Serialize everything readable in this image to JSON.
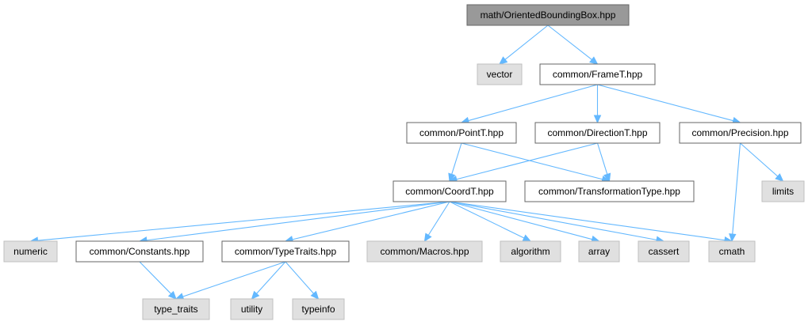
{
  "nodes": {
    "root": {
      "label": "math/OrientedBoundingBox.hpp",
      "kind": "root"
    },
    "vector": {
      "label": "vector",
      "kind": "system"
    },
    "frame": {
      "label": "common/FrameT.hpp",
      "kind": "local"
    },
    "point": {
      "label": "common/PointT.hpp",
      "kind": "local"
    },
    "direction": {
      "label": "common/DirectionT.hpp",
      "kind": "local"
    },
    "precision": {
      "label": "common/Precision.hpp",
      "kind": "local"
    },
    "coord": {
      "label": "common/CoordT.hpp",
      "kind": "local"
    },
    "transformation": {
      "label": "common/TransformationType.hpp",
      "kind": "local"
    },
    "limits": {
      "label": "limits",
      "kind": "system"
    },
    "numeric": {
      "label": "numeric",
      "kind": "system"
    },
    "constants": {
      "label": "common/Constants.hpp",
      "kind": "local"
    },
    "typetraits": {
      "label": "common/TypeTraits.hpp",
      "kind": "local"
    },
    "macros": {
      "label": "common/Macros.hpp",
      "kind": "system"
    },
    "algorithm": {
      "label": "algorithm",
      "kind": "system"
    },
    "array": {
      "label": "array",
      "kind": "system"
    },
    "cassert": {
      "label": "cassert",
      "kind": "system"
    },
    "cmath": {
      "label": "cmath",
      "kind": "system"
    },
    "type_traits": {
      "label": "type_traits",
      "kind": "system"
    },
    "utility": {
      "label": "utility",
      "kind": "system"
    },
    "typeinfo": {
      "label": "typeinfo",
      "kind": "system"
    }
  },
  "edges": [
    {
      "from": "root",
      "to": "vector"
    },
    {
      "from": "root",
      "to": "frame"
    },
    {
      "from": "frame",
      "to": "point"
    },
    {
      "from": "frame",
      "to": "direction"
    },
    {
      "from": "frame",
      "to": "precision"
    },
    {
      "from": "point",
      "to": "coord"
    },
    {
      "from": "point",
      "to": "transformation"
    },
    {
      "from": "direction",
      "to": "coord"
    },
    {
      "from": "direction",
      "to": "transformation"
    },
    {
      "from": "precision",
      "to": "limits"
    },
    {
      "from": "precision",
      "to": "cmath"
    },
    {
      "from": "coord",
      "to": "numeric"
    },
    {
      "from": "coord",
      "to": "constants"
    },
    {
      "from": "coord",
      "to": "typetraits"
    },
    {
      "from": "coord",
      "to": "macros"
    },
    {
      "from": "coord",
      "to": "algorithm"
    },
    {
      "from": "coord",
      "to": "array"
    },
    {
      "from": "coord",
      "to": "cassert"
    },
    {
      "from": "coord",
      "to": "cmath"
    },
    {
      "from": "constants",
      "to": "type_traits"
    },
    {
      "from": "typetraits",
      "to": "type_traits"
    },
    {
      "from": "typetraits",
      "to": "utility"
    },
    {
      "from": "typetraits",
      "to": "typeinfo"
    }
  ]
}
